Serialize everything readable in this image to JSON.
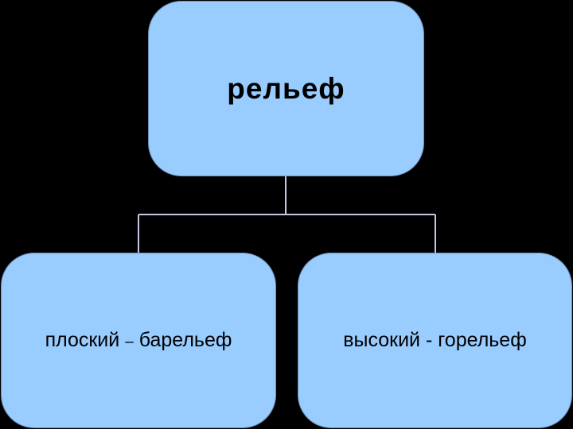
{
  "diagram": {
    "root": {
      "label": "рельеф"
    },
    "children": [
      {
        "label_main": "плоский ",
        "label_dash": "–",
        "label_rest": " барельеф"
      },
      {
        "label": "высокий - горельеф"
      }
    ]
  },
  "colors": {
    "background": "#000000",
    "node_fill": "#99ccff",
    "connector": "#c8c8e6",
    "text": "#000000"
  }
}
